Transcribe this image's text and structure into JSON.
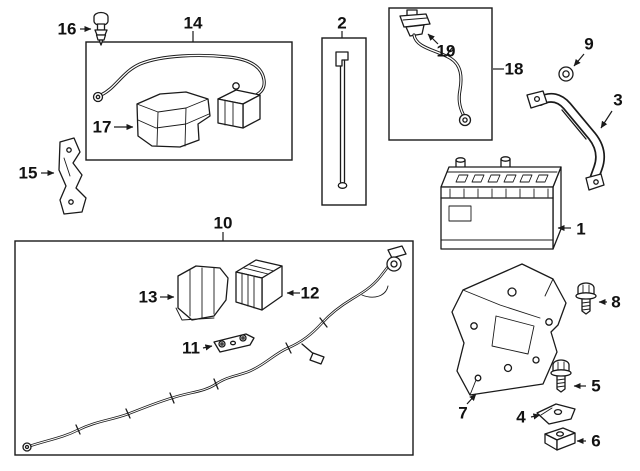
{
  "diagram": {
    "colors": {
      "background": "#ffffff",
      "line": "#1a1a1a",
      "label": "#111111"
    },
    "callouts": [
      {
        "label": "1"
      },
      {
        "label": "2"
      },
      {
        "label": "3"
      },
      {
        "label": "4"
      },
      {
        "label": "5"
      },
      {
        "label": "6"
      },
      {
        "label": "7"
      },
      {
        "label": "8"
      },
      {
        "label": "9"
      },
      {
        "label": "10"
      },
      {
        "label": "11"
      },
      {
        "label": "12"
      },
      {
        "label": "13"
      },
      {
        "label": "14"
      },
      {
        "label": "15"
      },
      {
        "label": "16"
      },
      {
        "label": "17"
      },
      {
        "label": "18"
      },
      {
        "label": "19"
      }
    ]
  }
}
